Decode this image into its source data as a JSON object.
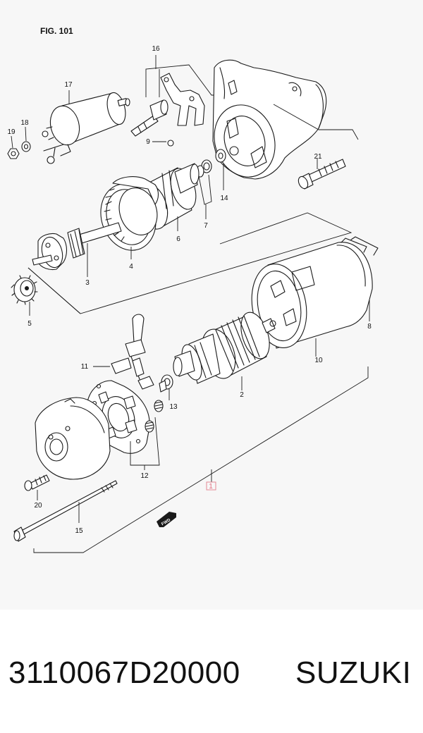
{
  "figure": {
    "title": "FIG. 101",
    "fwd_label": "FWD",
    "callouts": {
      "c1": "1",
      "c2": "2",
      "c3": "3",
      "c4": "4",
      "c5": "5",
      "c6": "6",
      "c7": "7",
      "c8": "8",
      "c9": "9",
      "c10": "10",
      "c11": "11",
      "c12": "12",
      "c13": "13",
      "c14": "14",
      "c15": "15",
      "c16": "16",
      "c17": "17",
      "c18": "18",
      "c19": "19",
      "c20": "20",
      "c21": "21"
    }
  },
  "footer": {
    "part_number": "3110067D20000",
    "brand": "SUZUKI"
  }
}
